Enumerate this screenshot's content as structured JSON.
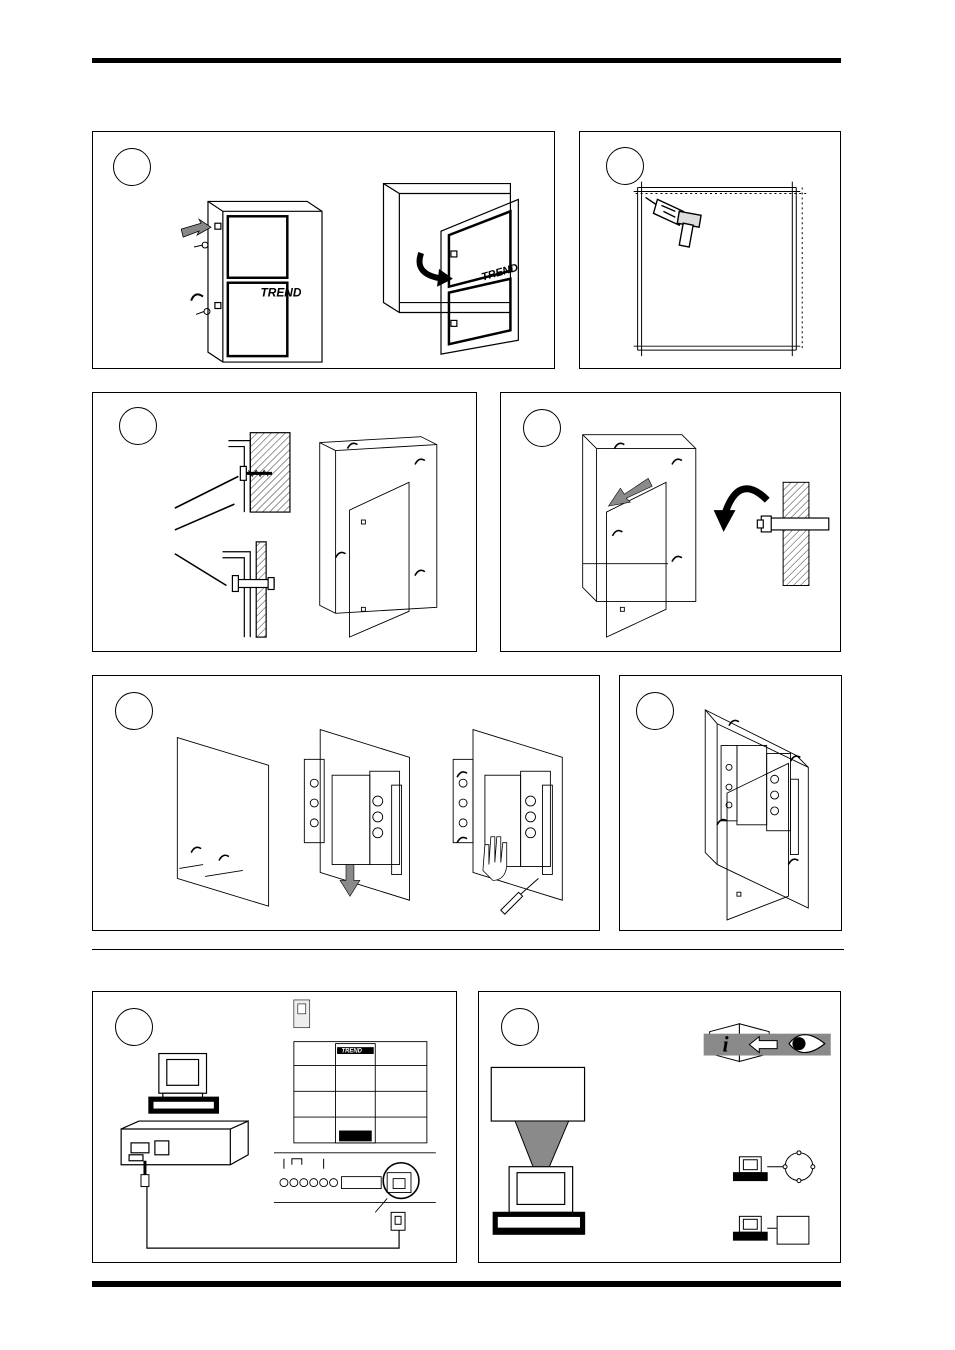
{
  "brand": {
    "logo_text": "TREND"
  },
  "steps": [
    {
      "id": "1",
      "number": ""
    },
    {
      "id": "2",
      "number": ""
    },
    {
      "id": "3",
      "number": ""
    },
    {
      "id": "4",
      "number": ""
    },
    {
      "id": "5",
      "number": ""
    },
    {
      "id": "6",
      "number": ""
    },
    {
      "id": "7",
      "number": ""
    },
    {
      "id": "8",
      "number": ""
    }
  ],
  "icons": {
    "info": "i",
    "drill": "drill-icon",
    "hand": "hand-icon",
    "eye": "eye-icon",
    "computer": "computer-icon",
    "screwdriver": "screwdriver-icon",
    "connector": "rj11-connector-icon"
  },
  "colors": {
    "ink": "#000000",
    "grey_arrow": "#8a8a8a",
    "panel_bg": "#ffffff"
  }
}
